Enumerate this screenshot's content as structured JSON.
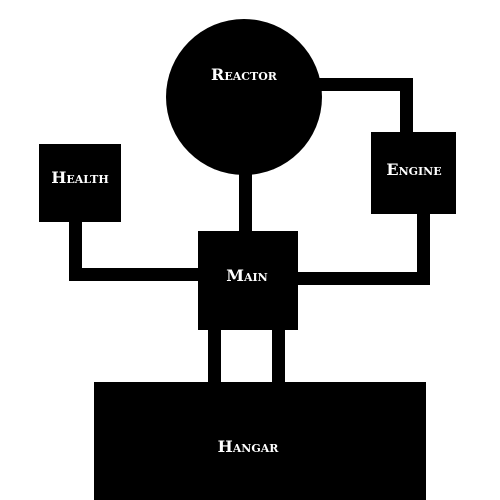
{
  "colors": {
    "background": "#ffffff",
    "ink": "#000000",
    "label": "#ffffff"
  },
  "nodes": {
    "reactor": {
      "label": "Reactor",
      "shape": "circle"
    },
    "health": {
      "label": "Health",
      "shape": "square"
    },
    "engine": {
      "label": "Engine",
      "shape": "square"
    },
    "main": {
      "label": "Main",
      "shape": "square"
    },
    "hangar": {
      "label": "Hangar",
      "shape": "rectangle"
    }
  },
  "edges": [
    {
      "from": "reactor",
      "to": "main"
    },
    {
      "from": "reactor",
      "to": "engine"
    },
    {
      "from": "health",
      "to": "main"
    },
    {
      "from": "engine",
      "to": "main"
    },
    {
      "from": "main",
      "to": "hangar"
    },
    {
      "from": "main",
      "to": "hangar"
    }
  ]
}
